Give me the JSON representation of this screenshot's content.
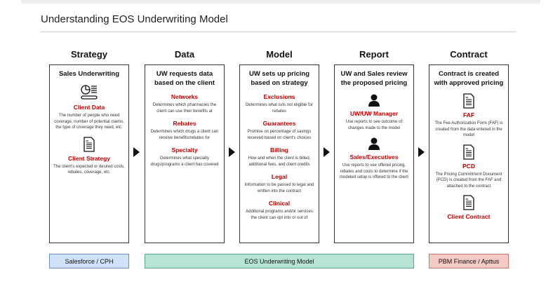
{
  "title": "Understanding EOS Underwriting Model",
  "columns": [
    {
      "header": "Strategy",
      "heading": "Sales Underwriting",
      "items": [
        {
          "icon": "chart-data-icon",
          "title": "Client Data",
          "desc": "The number of people who need coverage, number of potential claims, the type of coverage they need, etc."
        },
        {
          "icon": "document-icon",
          "title": "Client Strategy",
          "desc": "The client's expected or desired costs, rebates, coverage, etc."
        }
      ]
    },
    {
      "header": "Data",
      "heading": "UW requests data based on the client",
      "items": [
        {
          "title": "Networks",
          "desc": "Determines which pharmacies the client can use their benefits at"
        },
        {
          "title": "Rebates",
          "desc": "Determines which drugs a client can receive benefits/rebates for"
        },
        {
          "title": "Specialty",
          "desc": "Determines what specialty drugs/programs a client has covered"
        }
      ]
    },
    {
      "header": "Model",
      "heading": "UW sets up pricing based on strategy",
      "items": [
        {
          "title": "Exclusions",
          "desc": "Determines what is/is not eligible for rebates"
        },
        {
          "title": "Guarantees",
          "desc": "Promise on percentage of savings received based on client's choices"
        },
        {
          "title": "Billing",
          "desc": "How and when the client is billed, additional fees, and client credits"
        },
        {
          "title": "Legal",
          "desc": "Information to be passed to legal and written into the contract"
        },
        {
          "title": "Clinical",
          "desc": "Additional programs and/or services the client can opt into or out of"
        }
      ]
    },
    {
      "header": "Report",
      "heading": "UW and Sales review the proposed pricing",
      "items": [
        {
          "icon": "person-icon",
          "title": "UW/UW Manager",
          "desc": "Use reports to see outcome of changes made to the model"
        },
        {
          "icon": "person-icon",
          "title": "Sales/Executives",
          "desc": "Use reports to see offered pricing, rebates and costs to determine if the modeled setup is offered to the client"
        }
      ]
    },
    {
      "header": "Contract",
      "heading": "Contract is created with approved pricing",
      "items": [
        {
          "icon": "document-icon",
          "title": "FAF",
          "desc": "The Fee Authorization Form (FAF) is created from the data entered in the model"
        },
        {
          "icon": "document-icon",
          "title": "PCD",
          "desc": "The Pricing Commitment Document (PCD) is created from the FAF and attached to the contract"
        },
        {
          "icon": "document-icon",
          "title": "Client Contract",
          "desc": ""
        }
      ]
    }
  ],
  "bars": [
    {
      "label": "Salesforce / CPH",
      "bg": "#cfe2f8",
      "border": "#6b8fc2"
    },
    {
      "label": "EOS Underwriting Model",
      "bg": "#b7e4d3",
      "border": "#5aa889"
    },
    {
      "label": "PBM Finance / Apttus",
      "bg": "#f5c9c4",
      "border": "#c97a72"
    }
  ],
  "colors": {
    "accent": "#c00000"
  }
}
